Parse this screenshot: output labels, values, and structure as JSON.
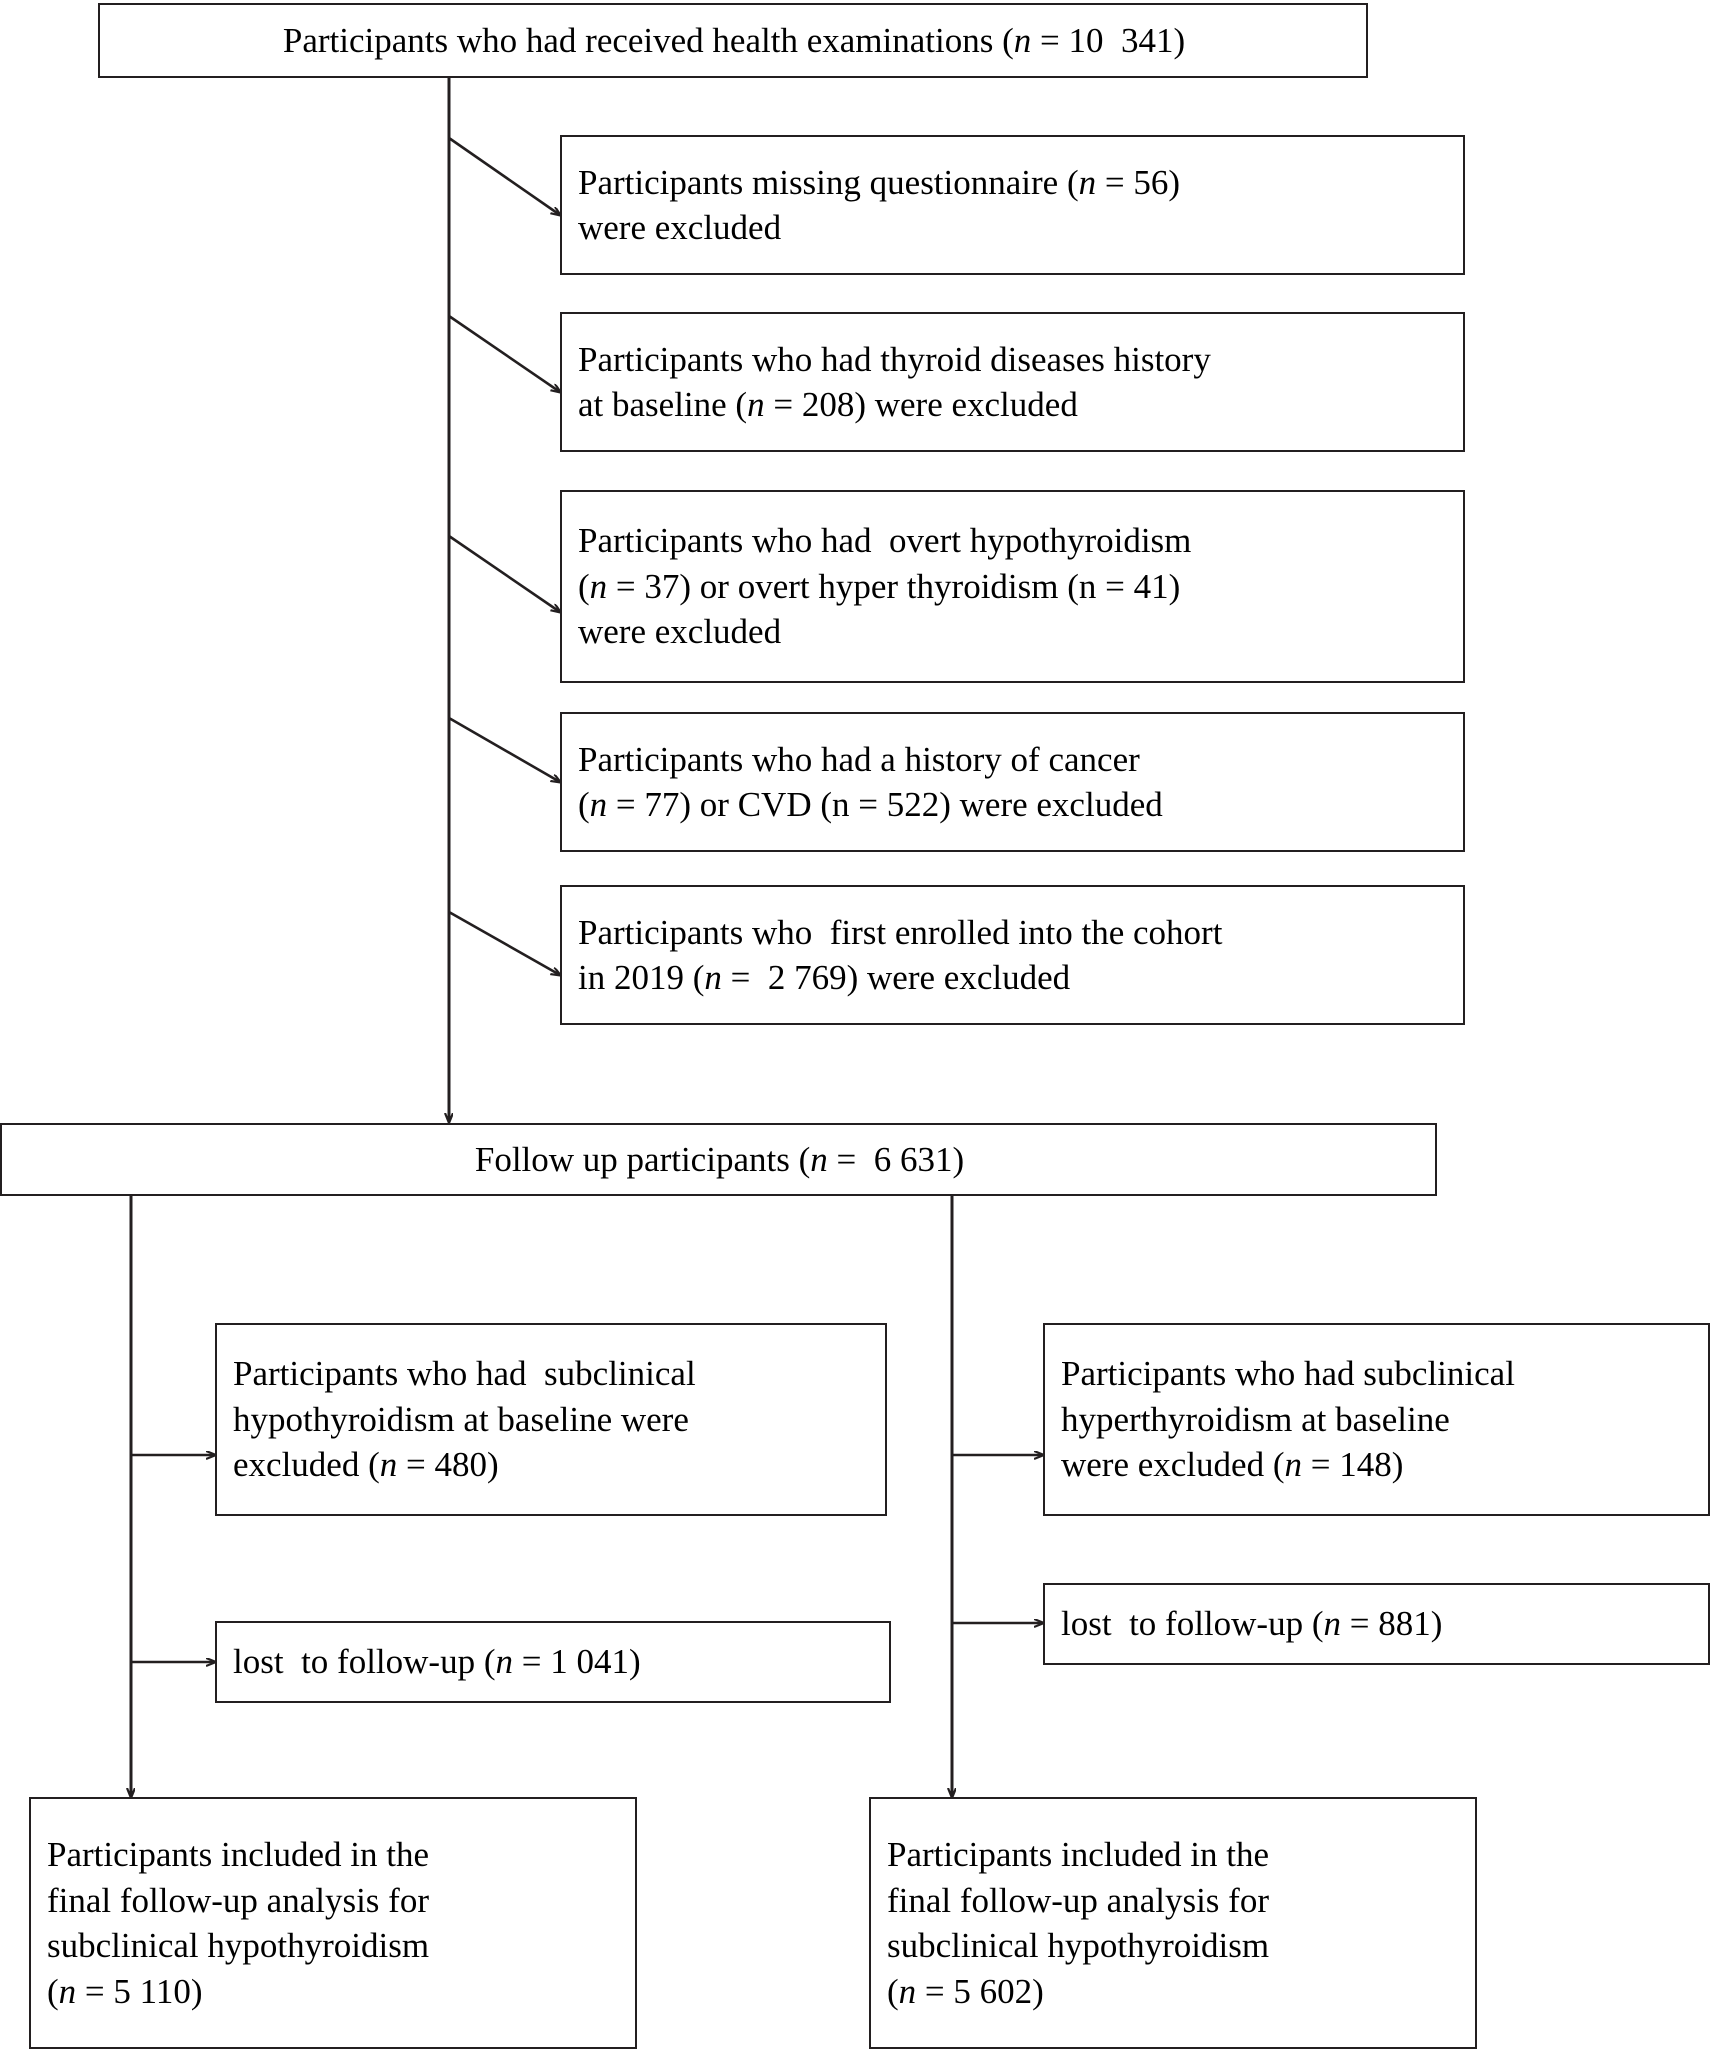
{
  "diagram": {
    "type": "flowchart",
    "title": "Study participant flow diagram",
    "line_color": "#231f20",
    "background": "#ffffff",
    "nodes": {
      "top": {
        "label": "Participants who had received health examinations (n = 10  341)",
        "lines": [
          {
            "pre": "Participants who had received health examinations (",
            "ital": "n",
            "post": " = 10  341)"
          }
        ]
      },
      "excl1": {
        "lines": [
          {
            "pre": "Participants missing questionnaire (",
            "ital": "n",
            "post": " = 56)"
          },
          {
            "pre": "were excluded",
            "ital": "",
            "post": ""
          }
        ]
      },
      "excl2": {
        "lines": [
          {
            "pre": "Participants who had thyroid diseases history",
            "ital": "",
            "post": ""
          },
          {
            "pre": "at baseline (",
            "ital": "n",
            "post": " = 208) were excluded"
          }
        ]
      },
      "excl3": {
        "lines": [
          {
            "pre": "Participants who had  overt hypothyroidism",
            "ital": "",
            "post": ""
          },
          {
            "pre": "(",
            "ital": "n",
            "post": " = 37) or overt hyper thyroidism (n = 41)"
          },
          {
            "pre": "were excluded",
            "ital": "",
            "post": ""
          }
        ]
      },
      "excl4": {
        "lines": [
          {
            "pre": "Participants who had a history of cancer",
            "ital": "",
            "post": ""
          },
          {
            "pre": "(",
            "ital": "n",
            "post": " = 77) or CVD (n = 522) were excluded"
          }
        ]
      },
      "excl5": {
        "lines": [
          {
            "pre": "Participants who  first enrolled into the cohort",
            "ital": "",
            "post": ""
          },
          {
            "pre": "in 2019 (",
            "ital": "n",
            "post": " =  2 769) were excluded"
          }
        ]
      },
      "followup": {
        "lines": [
          {
            "pre": "Follow up participants (",
            "ital": "n",
            "post": " =  6 631)"
          }
        ]
      },
      "left_excl": {
        "lines": [
          {
            "pre": "Participants who had  subclinical",
            "ital": "",
            "post": ""
          },
          {
            "pre": "hypothyroidism at baseline were",
            "ital": "",
            "post": ""
          },
          {
            "pre": "excluded (",
            "ital": "n",
            "post": " = 480)"
          }
        ]
      },
      "right_excl": {
        "lines": [
          {
            "pre": "Participants who had subclinical",
            "ital": "",
            "post": ""
          },
          {
            "pre": "hyperthyroidism at baseline",
            "ital": "",
            "post": ""
          },
          {
            "pre": "were excluded (",
            "ital": "n",
            "post": " = 148)"
          }
        ]
      },
      "left_lost": {
        "lines": [
          {
            "pre": "lost  to follow-up (",
            "ital": "n",
            "post": " = 1 041)"
          }
        ]
      },
      "right_lost": {
        "lines": [
          {
            "pre": "lost  to follow-up (",
            "ital": "n",
            "post": " = 881)"
          }
        ]
      },
      "left_final": {
        "lines": [
          {
            "pre": "Participants included in the",
            "ital": "",
            "post": ""
          },
          {
            "pre": "final follow-up analysis for",
            "ital": "",
            "post": ""
          },
          {
            "pre": "subclinical hypothyroidism",
            "ital": "",
            "post": ""
          },
          {
            "pre": "(",
            "ital": "n",
            "post": " = 5 110)"
          }
        ]
      },
      "right_final": {
        "lines": [
          {
            "pre": "Participants included in the",
            "ital": "",
            "post": ""
          },
          {
            "pre": "final follow-up analysis for",
            "ital": "",
            "post": ""
          },
          {
            "pre": "subclinical hypothyroidism",
            "ital": "",
            "post": ""
          },
          {
            "pre": "(",
            "ital": "n",
            "post": " = 5 602)"
          }
        ]
      }
    }
  }
}
